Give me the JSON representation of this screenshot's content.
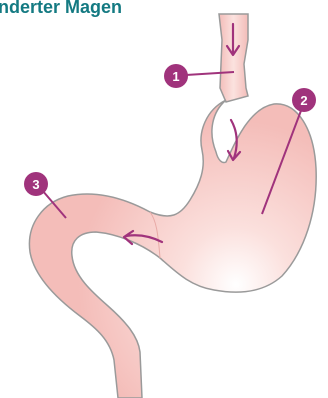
{
  "title": "nderter Magen",
  "markers": [
    {
      "label": "1"
    },
    {
      "label": "2"
    },
    {
      "label": "3"
    }
  ],
  "colors": {
    "title": "#147a82",
    "marker_fill": "#a0337c",
    "arrow": "#a0337c",
    "organ_fill": "#f6c9c6",
    "organ_light": "#fdecea",
    "organ_outline": "#9a9a9a"
  }
}
